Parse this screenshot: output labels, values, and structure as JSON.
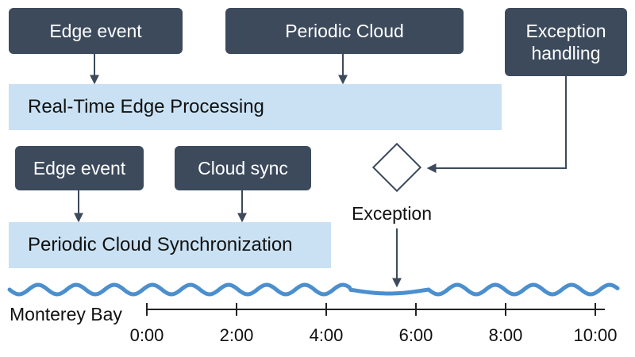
{
  "top_row": {
    "edge_event": "Edge event",
    "periodic_cloud": "Periodic Cloud",
    "exception_handling": [
      "Exception",
      "handling"
    ]
  },
  "bands": {
    "realtime": "Real-Time Edge Processing",
    "periodic": "Periodic Cloud Synchronization"
  },
  "second_row": {
    "edge_event": "Edge event",
    "cloud_sync": "Cloud sync"
  },
  "decision": {
    "label": "Exception"
  },
  "timeline": {
    "location": "Monterey Bay",
    "ticks": [
      "0:00",
      "2:00",
      "4:00",
      "6:00",
      "8:00",
      "10:00"
    ]
  },
  "colors": {
    "node": "#3c4a5c",
    "band": "#c9e1f3",
    "wave": "#4b8fcf",
    "arrow": "#3c4a5c"
  }
}
